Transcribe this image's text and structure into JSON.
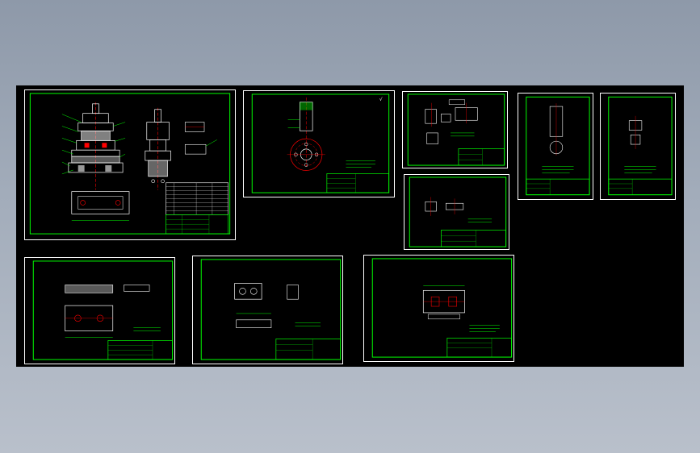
{
  "preview": {
    "background": "#000000",
    "frame_color": "#ffffff",
    "border_color": "#00ff00",
    "line_color": "#ffffff",
    "centerline_color": "#ff0000",
    "dimension_color": "#00ff00"
  },
  "sheets": [
    {
      "id": "assembly-drawing",
      "has_title_block": true,
      "has_parts_list": true
    },
    {
      "id": "part-punch",
      "has_title_block": true
    },
    {
      "id": "part-small-a",
      "has_title_block": true
    },
    {
      "id": "part-small-b",
      "has_title_block": true
    },
    {
      "id": "part-narrow-a",
      "has_title_block": true
    },
    {
      "id": "part-narrow-b",
      "has_title_block": true
    },
    {
      "id": "part-plate",
      "has_title_block": true
    },
    {
      "id": "part-stripper",
      "has_title_block": true
    },
    {
      "id": "part-die",
      "has_title_block": true
    }
  ]
}
